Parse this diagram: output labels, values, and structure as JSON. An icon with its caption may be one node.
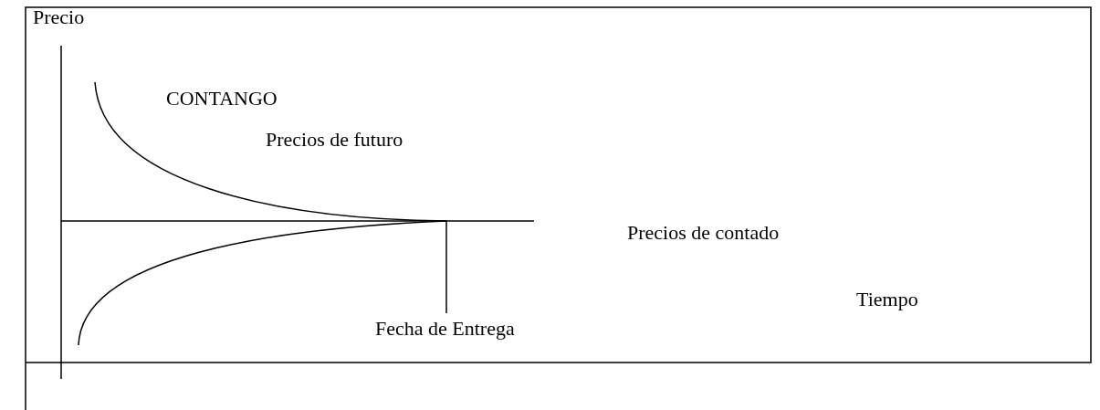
{
  "diagram": {
    "labels": [
      "Precio",
      "CONTANGO",
      "Precios de futuro",
      "Precios de contado",
      "Tiempo",
      "Fecha de Entrega"
    ]
  }
}
